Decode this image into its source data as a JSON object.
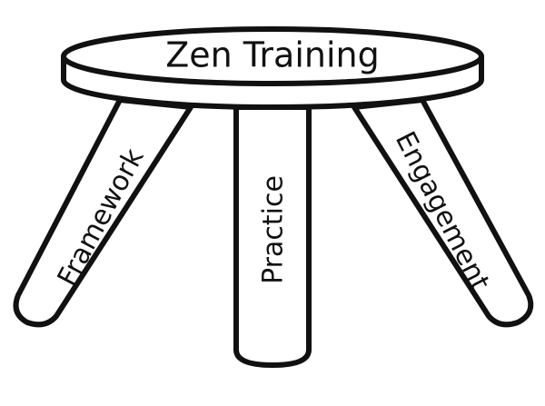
{
  "diagram": {
    "seat_label": "Zen Training",
    "legs": [
      {
        "id": "left",
        "label": "Framework"
      },
      {
        "id": "middle",
        "label": "Practice"
      },
      {
        "id": "right",
        "label": "Engagement"
      }
    ],
    "colors": {
      "stroke": "#111111",
      "fill": "#ffffff",
      "text": "#111111"
    }
  }
}
